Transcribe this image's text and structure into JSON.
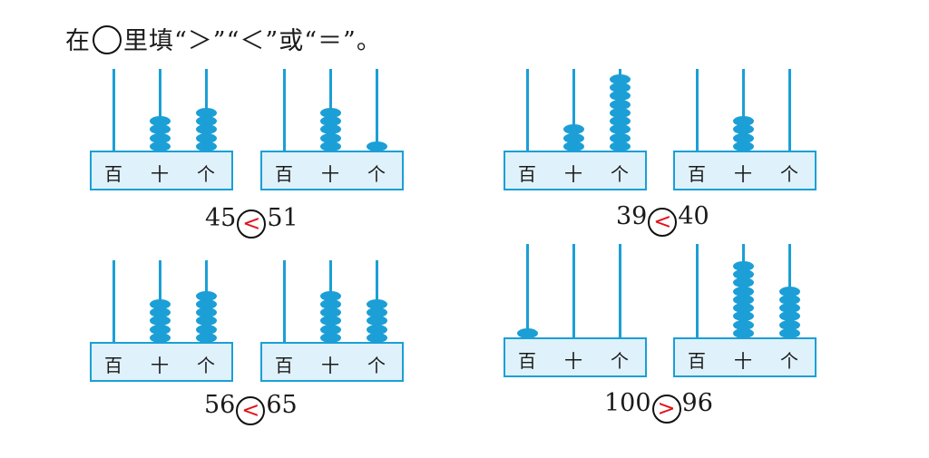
{
  "instruction": {
    "before": "在",
    "after": "里填“＞”“＜”或“＝”。"
  },
  "place_labels": [
    "百",
    "十",
    "个"
  ],
  "abacuses": [
    {
      "beads": [
        0,
        4,
        5
      ]
    },
    {
      "beads": [
        0,
        5,
        1
      ]
    },
    {
      "beads": [
        0,
        3,
        9
      ]
    },
    {
      "beads": [
        0,
        4,
        0
      ]
    },
    {
      "beads": [
        0,
        5,
        6
      ]
    },
    {
      "beads": [
        0,
        6,
        5
      ]
    },
    {
      "beads": [
        1,
        0,
        0
      ]
    },
    {
      "beads": [
        0,
        9,
        6
      ]
    }
  ],
  "comparisons": [
    {
      "left": "45",
      "symbol": "<",
      "right": "51"
    },
    {
      "left": "39",
      "symbol": "<",
      "right": "40"
    },
    {
      "left": "56",
      "symbol": "<",
      "right": "65"
    },
    {
      "left": "100",
      "symbol": ">",
      "right": "96"
    }
  ],
  "colors": {
    "abacus": "#1b9fd6",
    "answer": "#e3121a"
  }
}
